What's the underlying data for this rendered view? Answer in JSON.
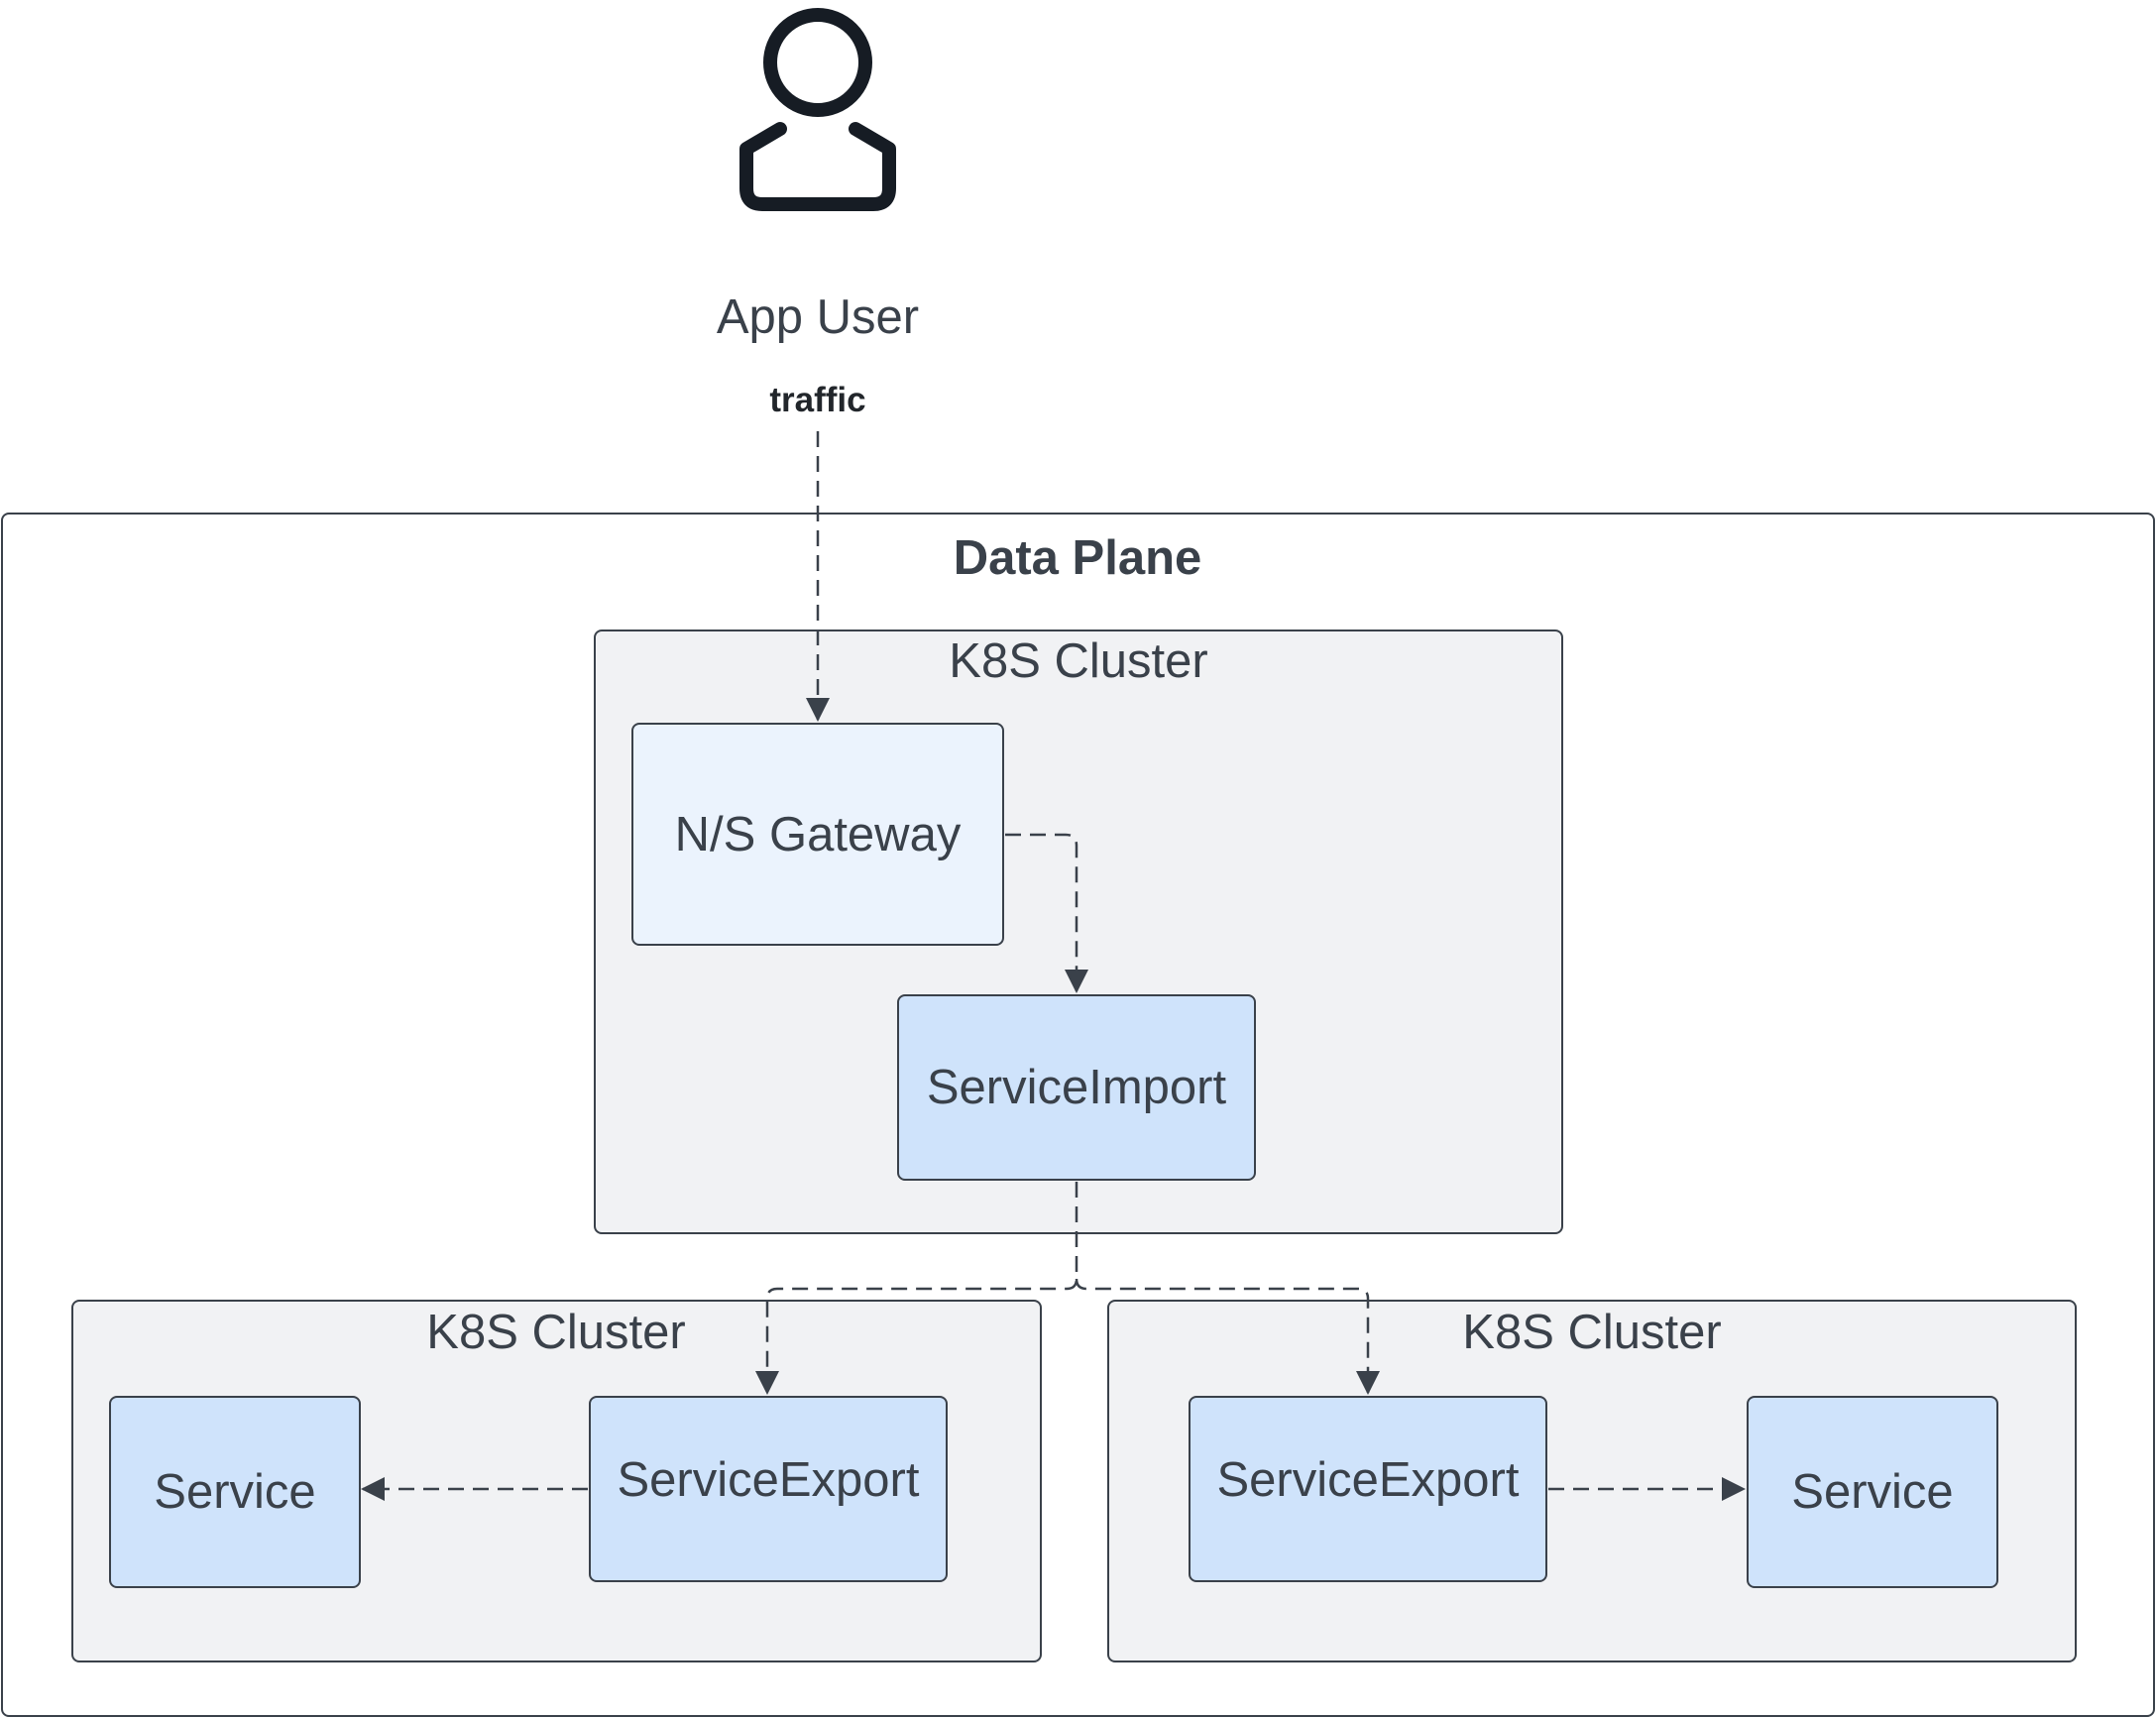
{
  "actor": {
    "label": "App User",
    "icon": "user-icon"
  },
  "edge_label": "traffic",
  "data_plane": {
    "title": "Data Plane"
  },
  "clusters": {
    "top": {
      "title": "K8S Cluster",
      "gateway": "N/S Gateway",
      "import": "ServiceImport"
    },
    "left": {
      "title": "K8S Cluster",
      "service": "Service",
      "export": "ServiceExport"
    },
    "right": {
      "title": "K8S Cluster",
      "export": "ServiceExport",
      "service": "Service"
    }
  },
  "colors": {
    "stroke": "#3a414a",
    "cluster_fill": "#f1f2f4",
    "gateway_fill": "#ebf3fd",
    "node_fill": "#cfe3fb",
    "icon": "#161c24"
  }
}
